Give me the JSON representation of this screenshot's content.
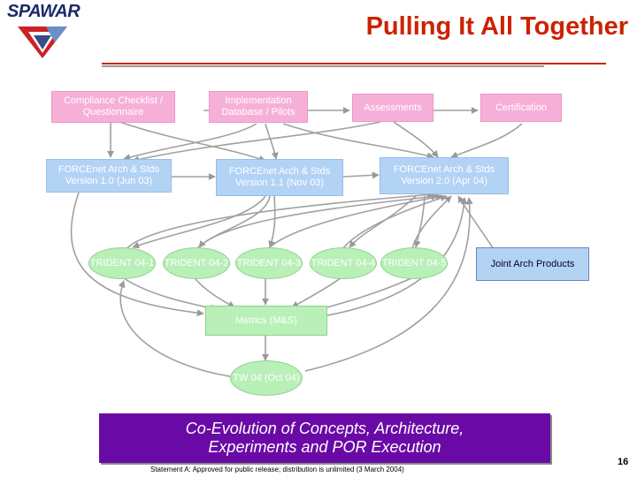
{
  "logo": {
    "text": "SPAWAR"
  },
  "title": "Pulling It All Together",
  "top_row": [
    {
      "label": "Compliance Checklist / Questionnaire"
    },
    {
      "label": "Implementation Database / Pilots"
    },
    {
      "label": "Assessments"
    },
    {
      "label": "Certification"
    }
  ],
  "versions": [
    {
      "label": "FORCEnet Arch & Stds Version 1.0 (Jun 03)"
    },
    {
      "label": "FORCEnet Arch & Stds Version 1.1 (Nov 03)"
    },
    {
      "label": "FORCEnet Arch & Stds Version 2.0 (Apr 04)"
    }
  ],
  "trident": [
    {
      "label": "TRIDENT 04-1"
    },
    {
      "label": "TRIDENT 04-2"
    },
    {
      "label": "TRIDENT 04-3"
    },
    {
      "label": "TRIDENT 04-4"
    },
    {
      "label": "TRIDENT 04-5"
    }
  ],
  "joint_arch": {
    "label": "Joint Arch Products"
  },
  "metrics": {
    "label": "Metrics (M&S)"
  },
  "tw": {
    "label": "TW 04 (Oct 04)"
  },
  "banner": {
    "line1": "Co-Evolution of Concepts, Architecture,",
    "line2": "Experiments and POR Execution"
  },
  "statement": "Statement A: Approved for public release; distribution is unlimited (3 March 2004)",
  "page_number": "16",
  "colors": {
    "title": "#cc2200",
    "banner": "#6a0aa6",
    "pink": "#f6b0d8",
    "blue": "#b3d3f5",
    "green": "#b8f0b8"
  }
}
